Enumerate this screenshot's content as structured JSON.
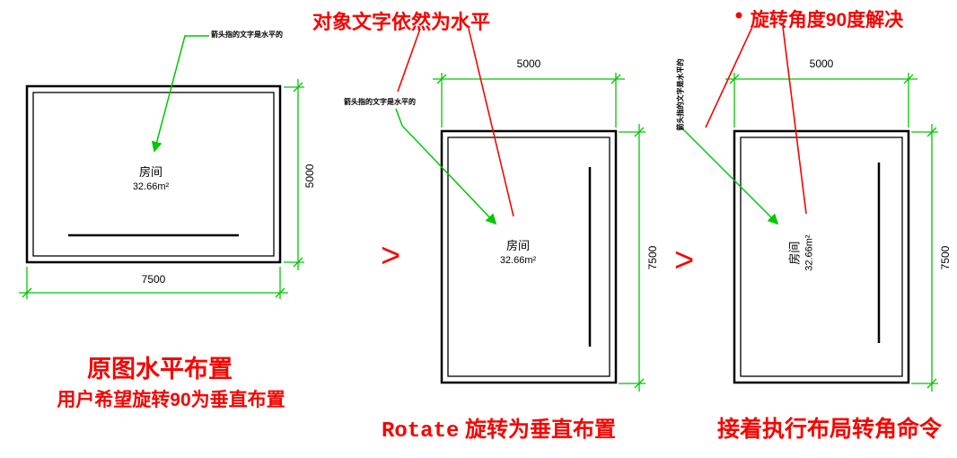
{
  "annotations": {
    "middle_title": "对象文字依然为水平",
    "right_title": "旋转角度90度解决",
    "leader_note": "箭头指的文字是水平的"
  },
  "captions": {
    "left_main": "原图水平布置",
    "left_sub": "用户希望旋转90为垂直布置",
    "middle_prefix": "Rotate",
    "middle_text": "旋转为垂直布置",
    "right_text": "接着执行布局转角命令"
  },
  "room": {
    "name": "房间",
    "area": "32.66m²"
  },
  "dims": {
    "long": "7500",
    "short": "5000"
  },
  "chevron": ">",
  "colors": {
    "annotation_red": "#f60400",
    "cad_green": "#00c800",
    "line_black": "#000000"
  }
}
